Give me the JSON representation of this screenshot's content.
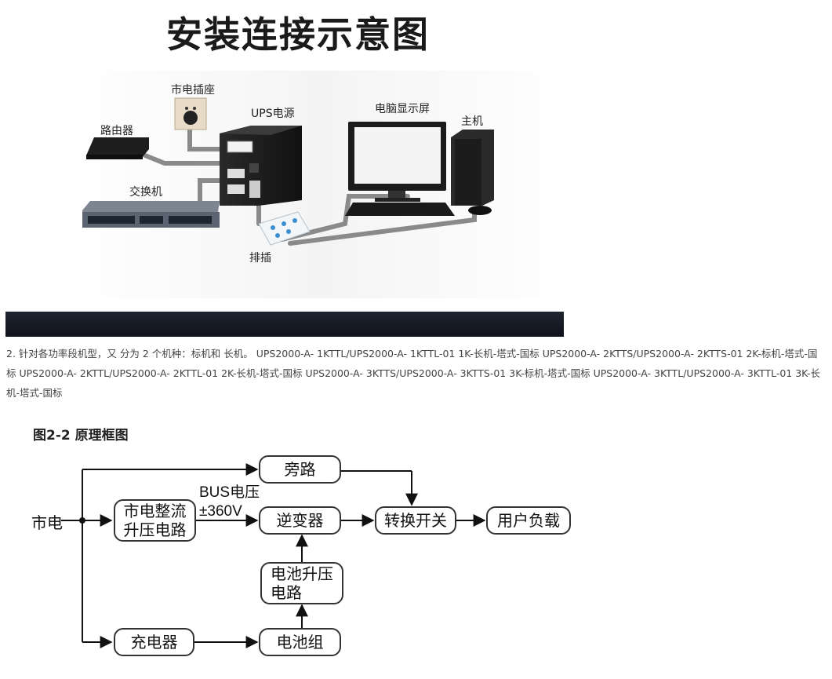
{
  "install": {
    "title": "安装连接示意图",
    "labels": {
      "outlet": "市电插座",
      "ups": "UPS电源",
      "monitor": "电脑显示屏",
      "host": "主机",
      "router": "路由器",
      "switch": "交换机",
      "strip": "排插"
    }
  },
  "paragraph": "2. 针对各功率段机型，又 分为 2 个机种：标机和 长机。 UPS2000-A- 1KTTL/UPS2000-A- 1KTTL-01 1K-长机-塔式-国标 UPS2000-A- 2KTTS/UPS2000-A- 2KTTS-01 2K-标机-塔式-国标 UPS2000-A- 2KTTL/UPS2000-A- 2KTTL-01 2K-长机-塔式-国标 UPS2000-A- 3KTTS/UPS2000-A- 3KTTS-01 3K-标机-塔式-国标 UPS2000-A- 3KTTL/UPS2000-A- 3KTTL-01 3K-长机-塔式-国标",
  "block": {
    "figure_title": "图2-2  原理框图",
    "mains": "市电",
    "rectifier_line1": "市电整流",
    "rectifier_line2": "升压电路",
    "bus_line1": "BUS电压",
    "bus_line2": "±360V",
    "bypass": "旁路",
    "inverter": "逆变器",
    "transfer": "转换开关",
    "load": "用户负载",
    "boost_line1": "电池升压",
    "boost_line2": "电路",
    "charger": "充电器",
    "battery": "电池组"
  }
}
